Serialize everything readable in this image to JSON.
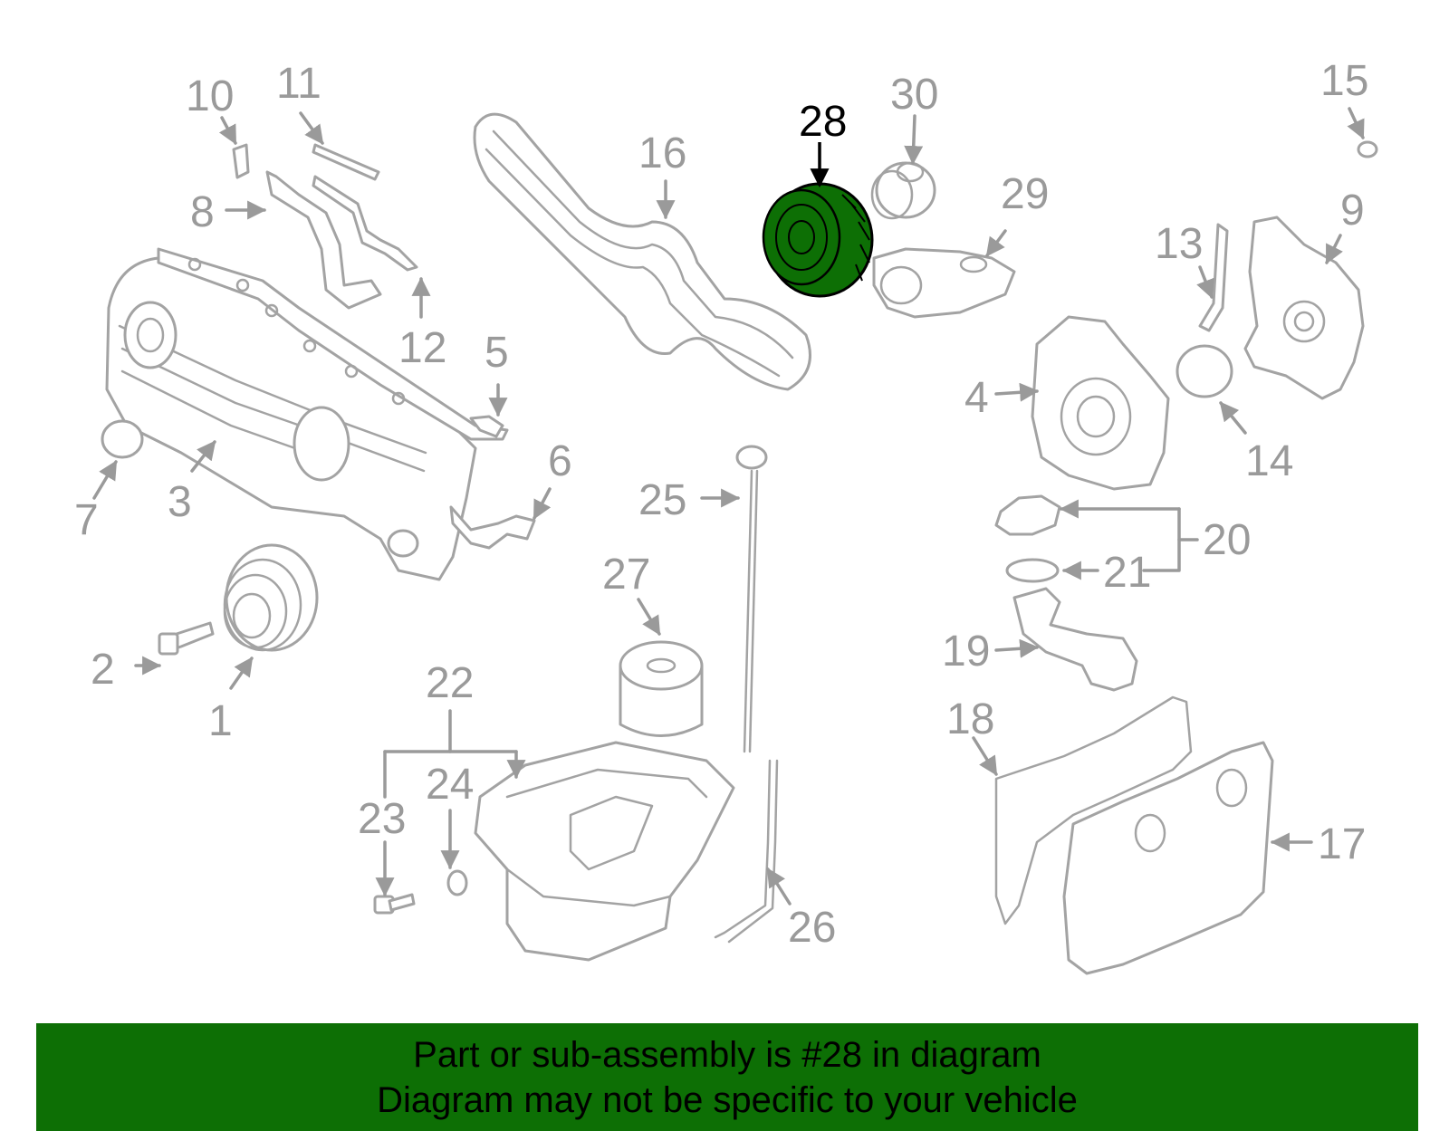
{
  "diagram": {
    "highlight_color": "#0d6f05",
    "callouts": [
      "1",
      "2",
      "3",
      "4",
      "5",
      "6",
      "7",
      "8",
      "9",
      "10",
      "11",
      "12",
      "13",
      "14",
      "15",
      "16",
      "17",
      "18",
      "19",
      "20",
      "21",
      "22",
      "23",
      "24",
      "25",
      "26",
      "27",
      "28",
      "29",
      "30"
    ],
    "highlighted_callout": "28"
  },
  "caption": {
    "line1": "Part or sub-assembly is #28 in diagram",
    "line2": "Diagram may not be specific to your vehicle"
  }
}
